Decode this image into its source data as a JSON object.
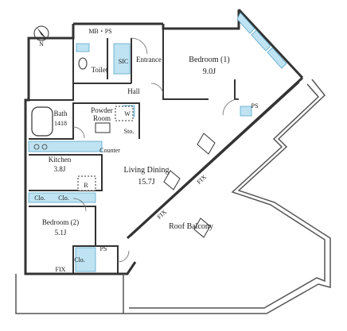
{
  "compass": {
    "north": "N"
  },
  "rooms": {
    "mb_ps": "MB・PS",
    "toilet": "Toilet",
    "sic": "SIC",
    "entrance": "Entrance",
    "bedroom1": {
      "name": "Bedroom (1)",
      "size": "9.0J"
    },
    "hall": "Hall",
    "bath": {
      "name": "Bath",
      "size": "1418"
    },
    "powder_room": {
      "name1": "Powder",
      "name2": "Room"
    },
    "w": "W",
    "sto": "Sto.",
    "kitchen": {
      "name": "Kitchen",
      "size": "3.8J"
    },
    "counter": "Counter",
    "r": "R",
    "living_dining": {
      "name": "Living Dining",
      "size": "15.7J"
    },
    "bedroom2": {
      "name": "Bedroom (2)",
      "size": "5.1J"
    },
    "roof_balcony": "Roof Balcony",
    "ps_top": "PS",
    "ps_bottom": "PS",
    "clo": "Clo.",
    "fix": "FIX"
  },
  "colors": {
    "wall": "#333333",
    "accent": "#5ba7c9",
    "light_blue": "#bfe3f2"
  }
}
